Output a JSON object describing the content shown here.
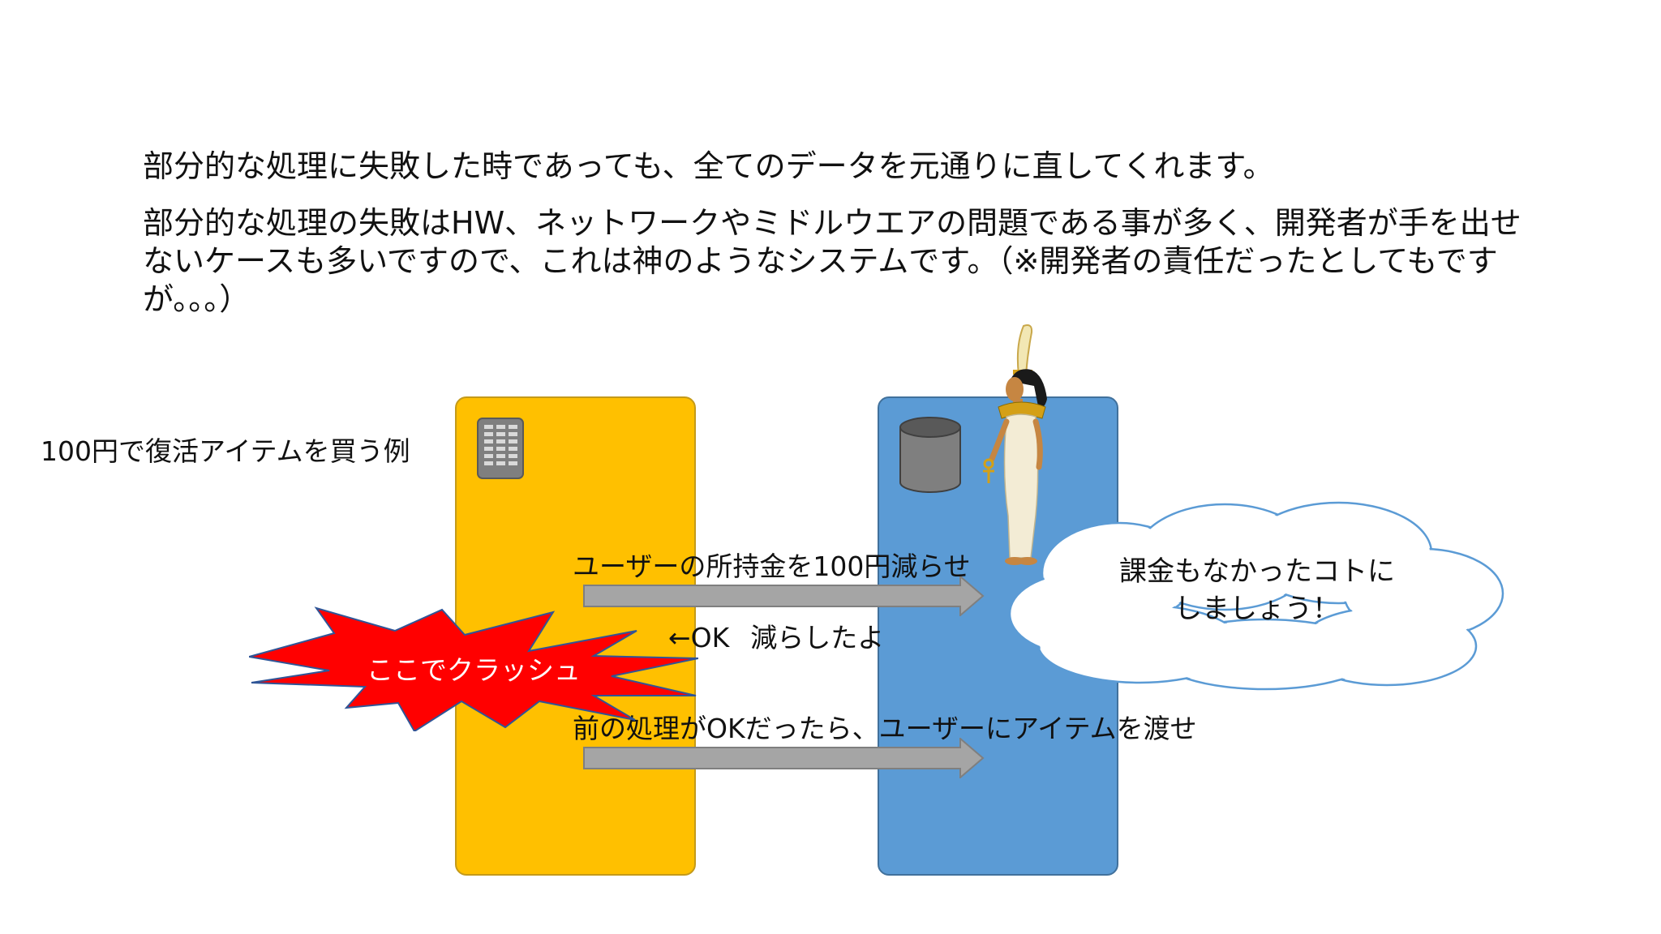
{
  "paragraph1": "部分的な処理に失敗した時であっても、全てのデータを元通りに直してくれます。",
  "paragraph2": "部分的な処理の失敗はHW、ネットワークやミドルウエアの問題である事が多く、開発者が手を出せないケースも多いですので、これは神のようなシステムです。（※開発者の責任だったとしてもですが。。。）",
  "example_label": "100円で復活アイテムを買う例",
  "arrow1_label": "ユーザーの所持金を100円減らせ",
  "ok_label": {
    "prefix": "←OK",
    "text": "減らしたよ"
  },
  "crash_label": "ここでクラッシュ",
  "arrow2_label": "前の処理がOKだったら、ユーザーにアイテムを渡せ",
  "cloud": {
    "line1": "課金もなかったコトに",
    "line2": "しましょう！"
  },
  "icons": {
    "app_server": "server-icon",
    "database": "database-icon",
    "figure": "egyptian-goddess-figure"
  },
  "colors": {
    "app_box": "#ffc000",
    "db_box": "#5b9bd5",
    "arrow": "#a5a5a5",
    "crash": "#ff0000"
  }
}
